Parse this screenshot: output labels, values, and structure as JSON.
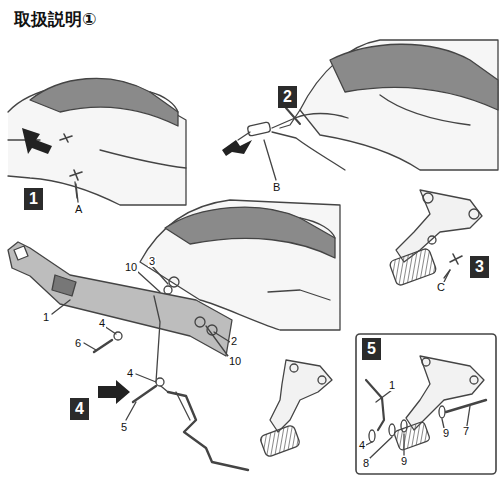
{
  "diagram": {
    "title": "取扱説明①",
    "nodes": [
      {
        "text": [
          "1"
        ]
      },
      {
        "text": [
          "2"
        ]
      },
      {
        "text": [
          "3"
        ]
      },
      {
        "text": [
          "4"
        ]
      },
      {
        "text": [
          "5"
        ]
      }
    ],
    "labels": [
      "A",
      "B",
      "C",
      "10",
      "3",
      "1",
      "4",
      "6",
      "4",
      "2",
      "10",
      "5",
      "1",
      "4",
      "8",
      "9",
      "9",
      "7"
    ]
  }
}
